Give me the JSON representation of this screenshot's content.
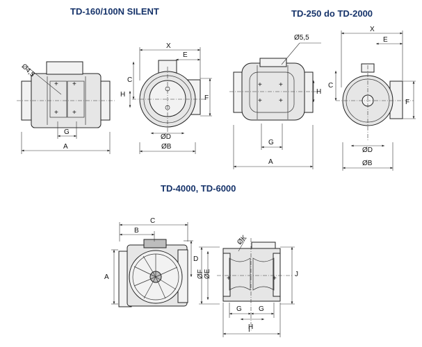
{
  "titles": {
    "td160": "TD-160/100N SILENT",
    "td250": "TD-250 do TD-2000",
    "td4000": "TD-4000, TD-6000"
  },
  "labels": {
    "d45": "Ø4,5",
    "d55": "Ø5,5",
    "k": "ØK",
    "A": "A",
    "B": "B",
    "C": "C",
    "D": "D",
    "E": "E",
    "F": "F",
    "G": "G",
    "H": "H",
    "I": "I",
    "J": "J",
    "X": "X",
    "dB": "ØB",
    "dD": "ØD",
    "dE": "ØE",
    "dF": "ØF"
  }
}
